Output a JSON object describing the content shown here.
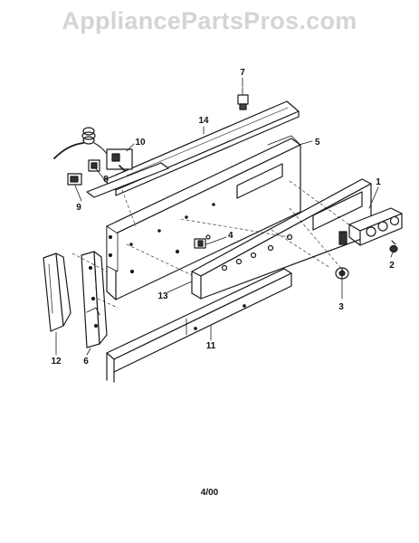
{
  "watermark": "AppliancePartsPros.com",
  "revision": "4/00",
  "callouts": [
    "1",
    "2",
    "3",
    "4",
    "5",
    "6",
    "7",
    "8",
    "9",
    "10",
    "11",
    "12",
    "13",
    "14"
  ]
}
